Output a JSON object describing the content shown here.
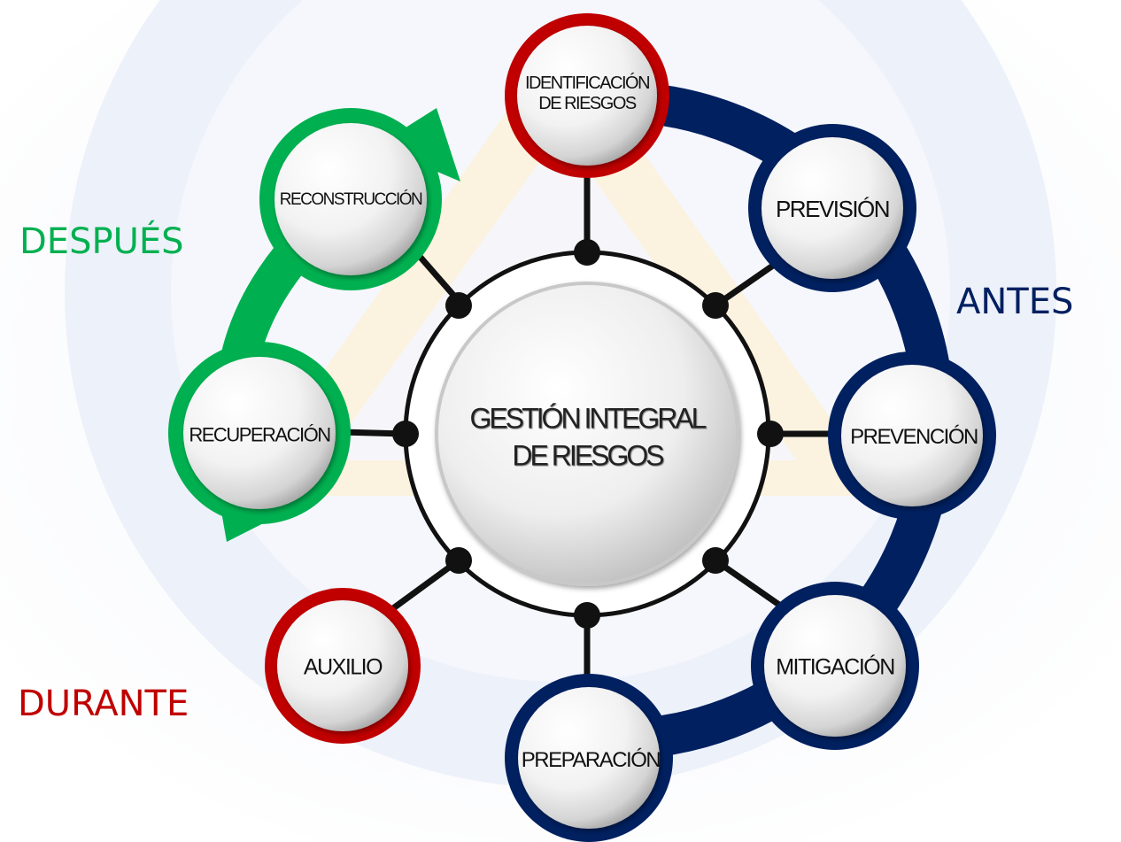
{
  "center": {
    "line1": "GESTIÓN INTEGRAL",
    "line2": "DE RIESGOS"
  },
  "phases": {
    "despues": {
      "label": "DESPUÉS",
      "color": "#00b050"
    },
    "antes": {
      "label": "ANTES",
      "color": "#002060"
    },
    "durante": {
      "label": "DURANTE",
      "color": "#c00000"
    }
  },
  "nodes": {
    "identificacion": {
      "line1": "IDENTIFICACIÓN",
      "line2": "DE RIESGOS",
      "ring_color": "#c00000"
    },
    "prevision": {
      "label": "PREVISIÓN",
      "ring_color": "#002060"
    },
    "prevencion": {
      "label": "PREVENCIÓN",
      "ring_color": "#002060"
    },
    "mitigacion": {
      "label": "MITIGACIÓN",
      "ring_color": "#002060"
    },
    "preparacion": {
      "label": "PREPARACIÓN",
      "ring_color": "#002060"
    },
    "auxilio": {
      "label": "AUXILIO",
      "ring_color": "#c00000"
    },
    "recuperacion": {
      "label": "RECUPERACIÓN",
      "ring_color": "#00b050"
    },
    "reconstruccion": {
      "label": "RECONSTRUCCIÓN",
      "ring_color": "#00b050"
    }
  }
}
